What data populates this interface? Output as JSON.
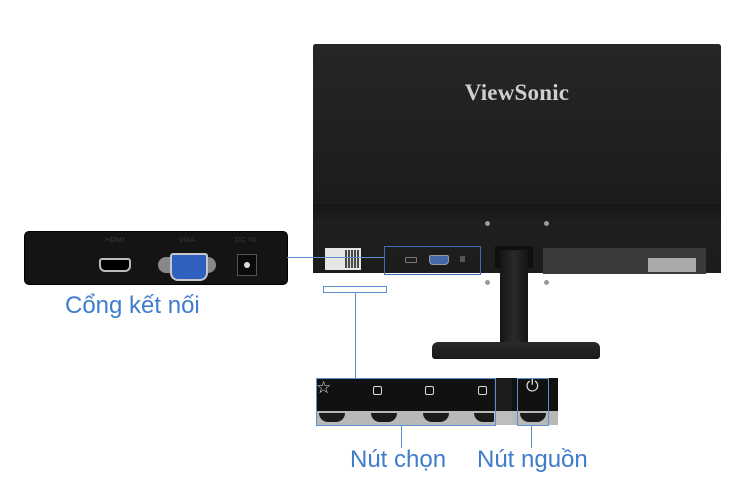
{
  "monitor": {
    "brand": "ViewSonic",
    "body_color": "#1e1e1e"
  },
  "connector_panel": {
    "ports": [
      {
        "label": "HDMI",
        "icon": "hdmi-port-icon"
      },
      {
        "label": "VGA",
        "icon": "vga-port-icon"
      },
      {
        "label": "DC IN",
        "icon": "dc-in-port-icon"
      }
    ]
  },
  "button_panel": {
    "select_buttons": [
      {
        "icon": "star-icon",
        "glyph": "☆"
      },
      {
        "icon": "square-icon"
      },
      {
        "icon": "square-icon"
      },
      {
        "icon": "square-icon"
      }
    ],
    "power_button": {
      "icon": "power-icon",
      "glyph": "⏻"
    }
  },
  "captions": {
    "ports": "Cổng kết nối",
    "select_buttons": "Nút chọn",
    "power_button": "Nút nguồn"
  },
  "colors": {
    "accent": "#3f7ccc",
    "callout_line": "#5b8fd0",
    "vga_blue": "#2f5fbf"
  }
}
